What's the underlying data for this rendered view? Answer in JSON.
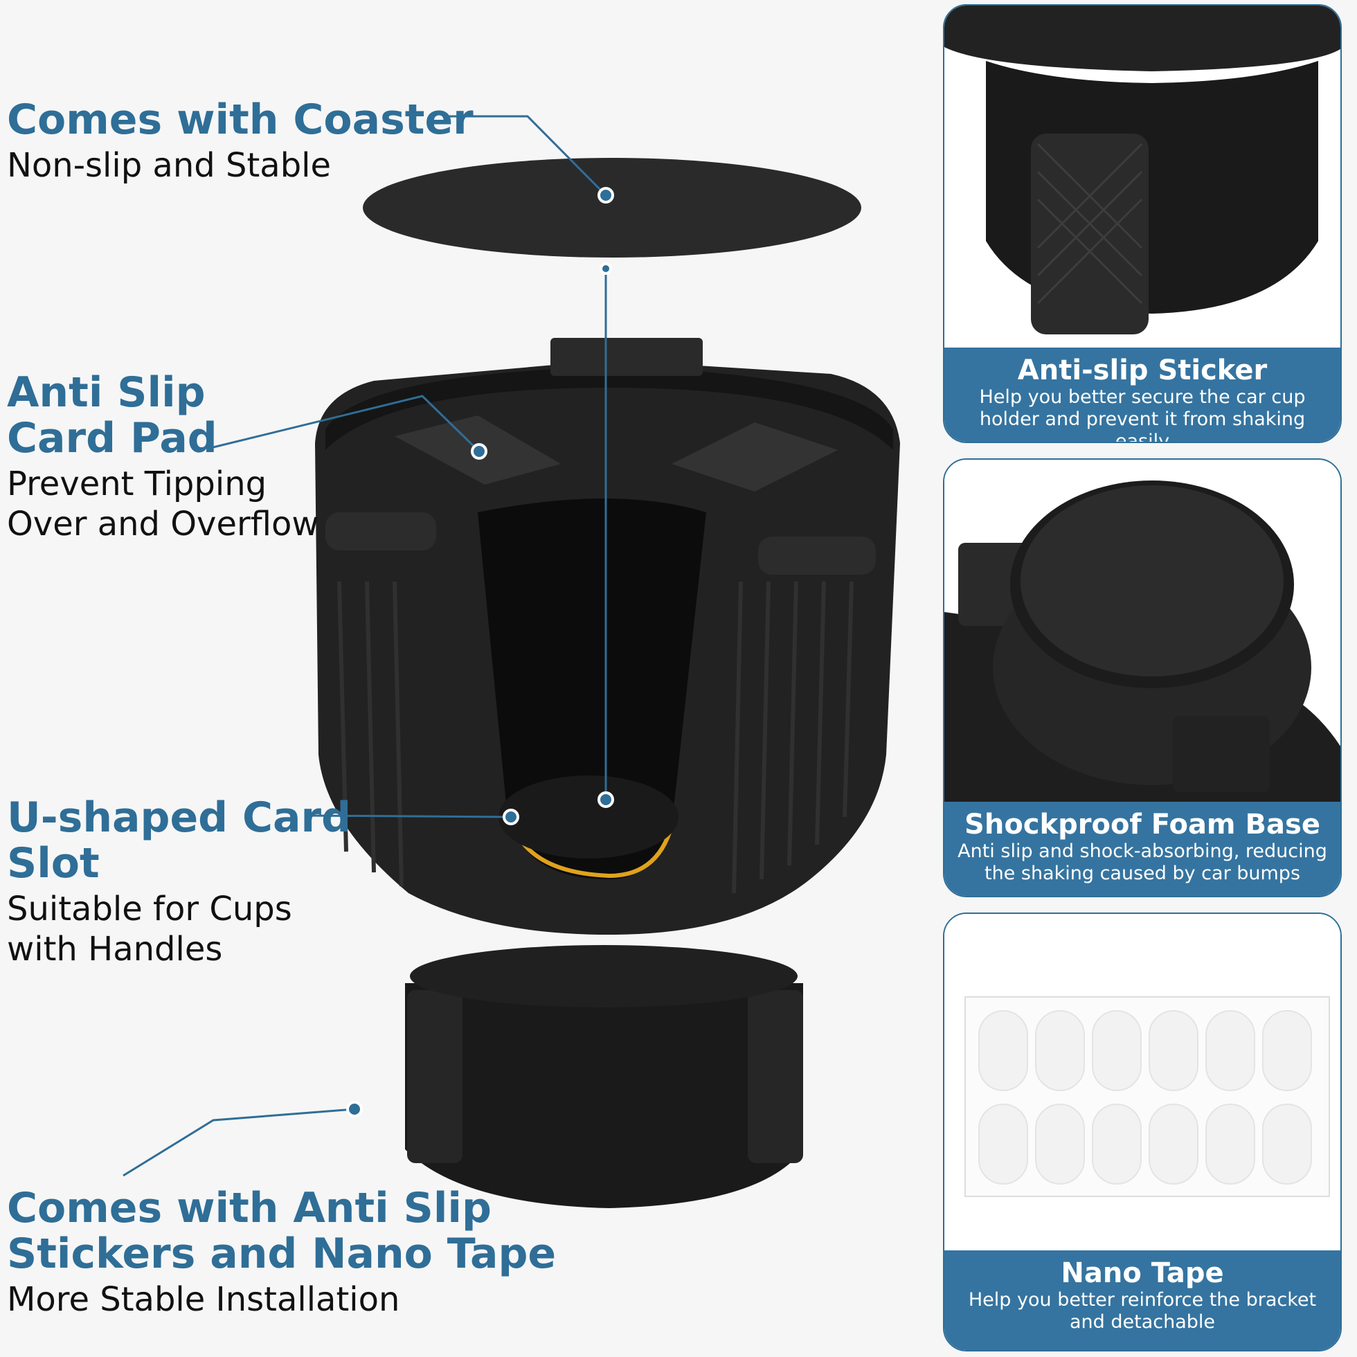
{
  "callouts": {
    "coaster": {
      "title": "Comes with Coaster",
      "subtitle": "Non-slip and Stable"
    },
    "pad": {
      "title_line1": "Anti Slip",
      "title_line2": "Card Pad",
      "subtitle_line1": "Prevent Tipping",
      "subtitle_line2": "Over and Overflow"
    },
    "slot": {
      "title_line1": "U-shaped Card",
      "title_line2": "Slot",
      "subtitle_line1": "Suitable for Cups",
      "subtitle_line2": "with Handles"
    },
    "stickers": {
      "title_line1": "Comes with Anti Slip",
      "title_line2": "Stickers and Nano Tape",
      "subtitle": "More Stable Installation"
    }
  },
  "panels": {
    "sticker": {
      "title": "Anti-slip Sticker",
      "text_line1": "Help you better secure the car cup",
      "text_line2": "holder and prevent it from shaking easily"
    },
    "foam": {
      "title": "Shockproof Foam Base",
      "text_line1": "Anti slip and shock-absorbing, reducing",
      "text_line2": "the shaking caused by car bumps"
    },
    "tape": {
      "title": "Nano Tape",
      "text_line1": "Help you better reinforce the bracket",
      "text_line2": "and detachable"
    }
  },
  "colors": {
    "accent": "#2f6e97",
    "caption_bg": "#3574a0",
    "product": "#1c1c1c",
    "slot_highlight": "#e0a21c"
  }
}
